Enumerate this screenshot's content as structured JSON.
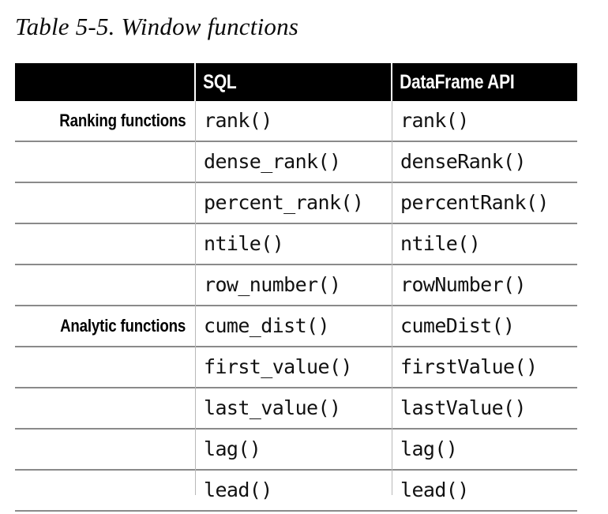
{
  "caption": "Table 5-5. Window functions",
  "table": {
    "columns": [
      {
        "key": "category",
        "header": ""
      },
      {
        "key": "sql",
        "header": "SQL"
      },
      {
        "key": "api",
        "header": "DataFrame API"
      }
    ],
    "header": {
      "category": "",
      "sql": "SQL",
      "api": "DataFrame API"
    },
    "rows": [
      {
        "category": "Ranking functions",
        "sql": "rank()",
        "api": "rank()"
      },
      {
        "category": "",
        "sql": "dense_rank()",
        "api": "denseRank()"
      },
      {
        "category": "",
        "sql": "percent_rank()",
        "api": "percentRank()"
      },
      {
        "category": "",
        "sql": "ntile()",
        "api": "ntile()"
      },
      {
        "category": "",
        "sql": "row_number()",
        "api": "rowNumber()"
      },
      {
        "category": "Analytic functions",
        "sql": "cume_dist()",
        "api": "cumeDist()"
      },
      {
        "category": "",
        "sql": "first_value()",
        "api": "firstValue()"
      },
      {
        "category": "",
        "sql": "last_value()",
        "api": "lastValue()"
      },
      {
        "category": "",
        "sql": "lag()",
        "api": "lag()"
      },
      {
        "category": "",
        "sql": "lead()",
        "api": "lead()"
      }
    ]
  },
  "colors": {
    "header_background": "#000000",
    "header_text": "#ffffff",
    "rule": "#8a8a8a",
    "page_background": "#ffffff",
    "body_text": "#111111"
  }
}
